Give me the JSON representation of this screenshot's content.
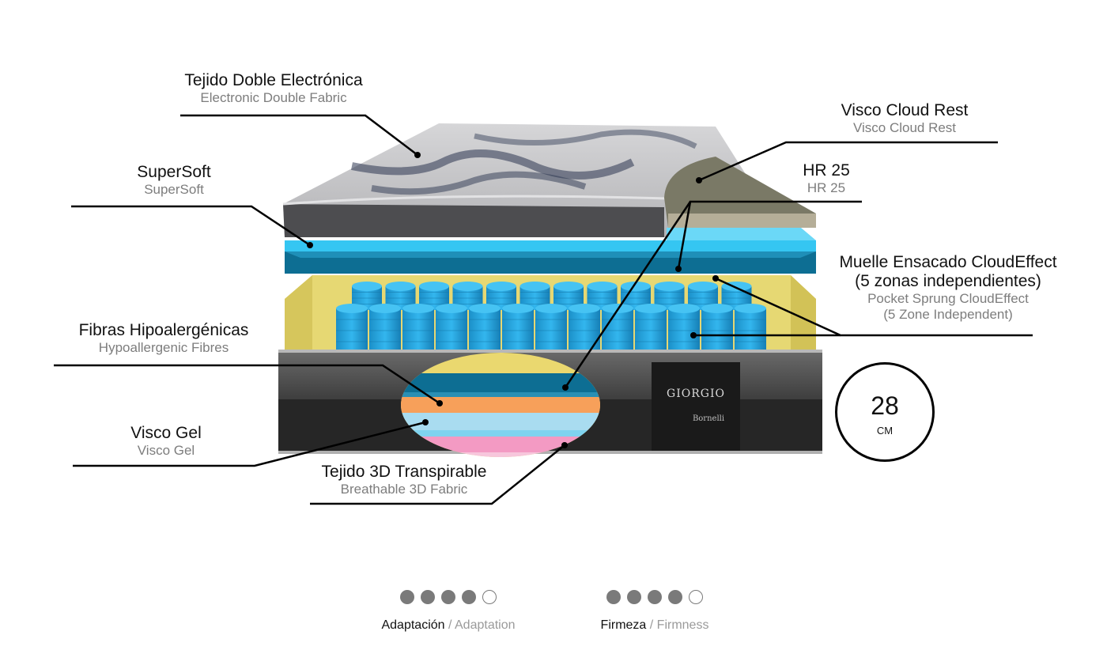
{
  "labels": {
    "electronic_fabric": {
      "es": "Tejido Doble Electrónica",
      "en": "Electronic Double Fabric"
    },
    "supersoft": {
      "es": "SuperSoft",
      "en": "SuperSoft"
    },
    "visco_cloud": {
      "es": "Visco Cloud Rest",
      "en": "Visco Cloud Rest"
    },
    "hr25": {
      "es": "HR 25",
      "en": "HR 25"
    },
    "pocket_spring": {
      "es1": "Muelle Ensacado CloudEffect",
      "es2": "(5 zonas independientes)",
      "en1": "Pocket Sprung CloudEffect",
      "en2": "(5 Zone Independent)"
    },
    "fibres": {
      "es": "Fibras Hipoalergénicas",
      "en": "Hypoallergenic Fibres"
    },
    "visco_gel": {
      "es": "Visco Gel",
      "en": "Visco Gel"
    },
    "fabric_3d": {
      "es": "Tejido 3D Transpirable",
      "en": "Breathable 3D Fabric"
    }
  },
  "brand": {
    "name": "GIORGIO",
    "sub": "Bornelli"
  },
  "height_badge": {
    "value": "28",
    "unit": "CM"
  },
  "ratings": [
    {
      "es": "Adaptación",
      "sep": " / ",
      "en": "Adaptation",
      "score": 4,
      "max": 5
    },
    {
      "es": "Firmeza",
      "sep": " / ",
      "en": "Firmness",
      "score": 4,
      "max": 5
    }
  ],
  "colors": {
    "foam_blue_light": "#35c6f2",
    "foam_blue_dark": "#0d6e93",
    "spring_blue": "#1fa2dc",
    "yellow_frame": "#e6d873",
    "visco_cloud": "#7a7966",
    "gel_orange": "#f7a05a",
    "gel_pink": "#f39ac3",
    "gel_lightblue": "#a9dcf0",
    "cover_gray": "#5a5a5a",
    "cover_dark": "#262626"
  }
}
